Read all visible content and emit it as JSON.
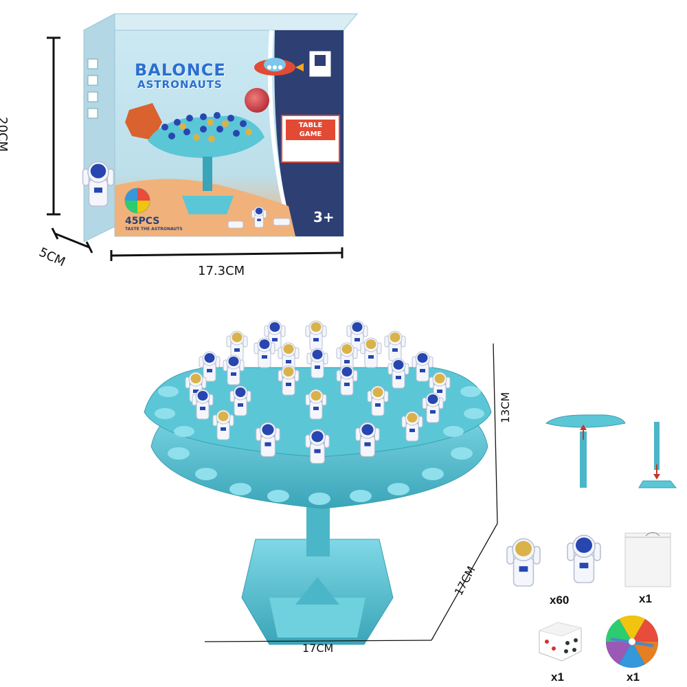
{
  "box": {
    "title_line1": "BALONCE",
    "title_line2": "ASTRONAUTS",
    "badge": "TABLE GAME",
    "age": "3+",
    "pieces": "45PCS",
    "pieces_sub": "TASTE THE ASTRONAUTS",
    "colors": {
      "box_blue": "#bfe1ee",
      "panel_navy": "#2d3f73",
      "sand": "#f0b27a",
      "badge_red": "#e24a33"
    }
  },
  "dimensions": {
    "box_height": "20CM",
    "box_depth": "5CM",
    "box_width": "17.3CM",
    "toy_height": "13CM",
    "toy_depth": "17CM",
    "toy_width": "17CM"
  },
  "contents": [
    {
      "name": "astronaut figures",
      "qty": "x60"
    },
    {
      "name": "storage bag",
      "qty": "x1"
    },
    {
      "name": "dice",
      "qty": "x1"
    },
    {
      "name": "spinner wheel",
      "qty": "x1"
    }
  ],
  "colors": {
    "toy_teal": "#5bc6d6",
    "toy_teal_dark": "#3aa5b8",
    "astronaut_blue": "#2846b0",
    "astronaut_gold": "#d9b24a"
  }
}
